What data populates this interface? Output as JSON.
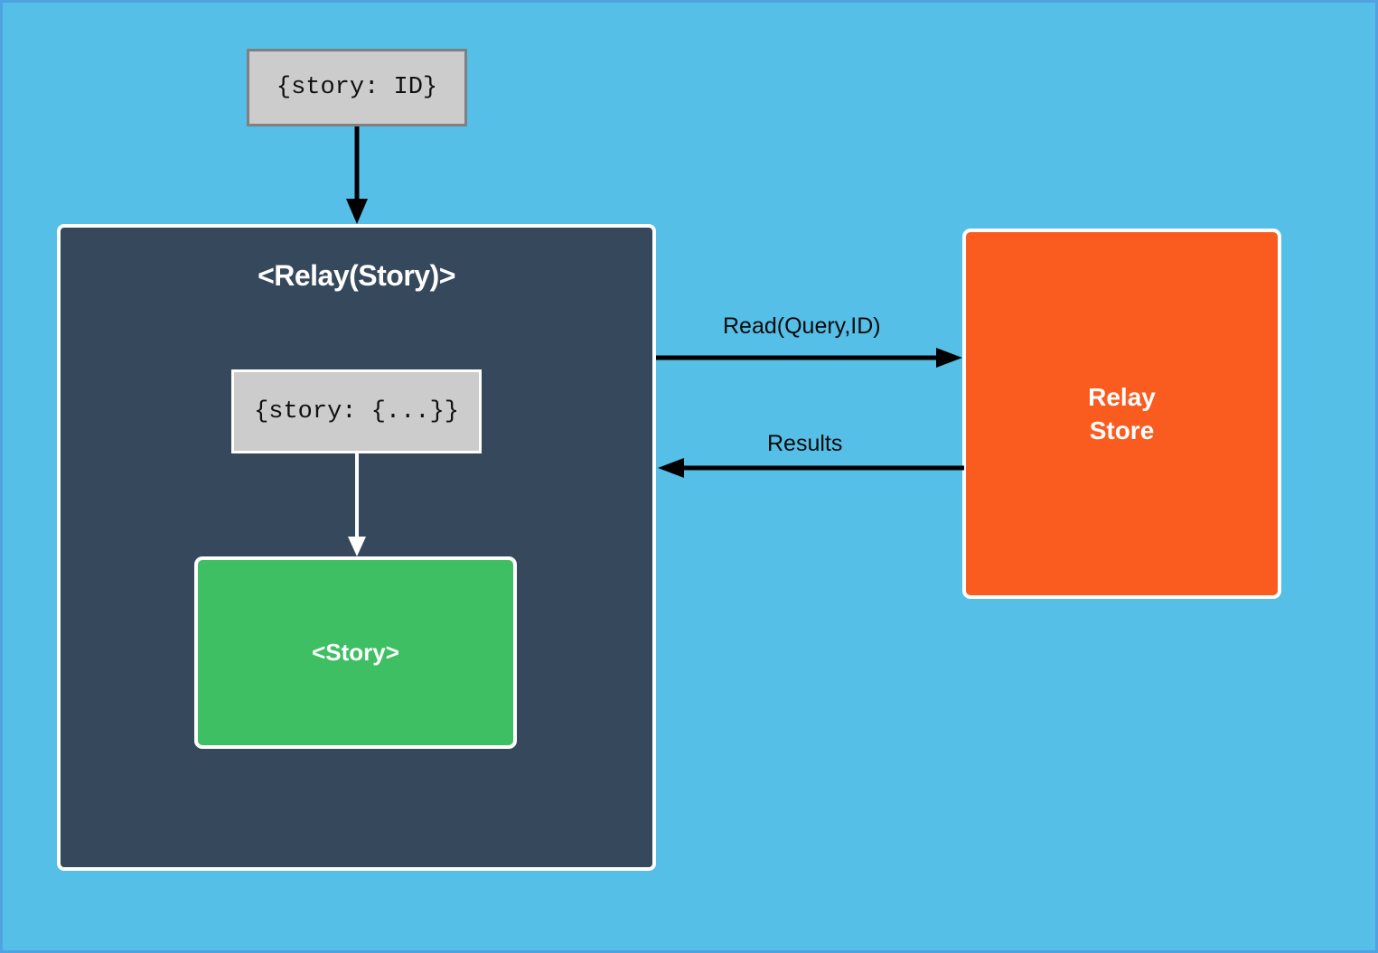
{
  "diagram": {
    "title_hidden": "",
    "colors": {
      "background": "#55BFE8",
      "panel": "#36495C",
      "store": "#FA5B1E",
      "story": "#3FBF63",
      "props_box": "#CCCCCC",
      "border_white": "#FFFFFF",
      "border_gray": "#808080",
      "arrow_black": "#000000",
      "arrow_white": "#FFFFFF"
    },
    "nodes": {
      "props_in": {
        "label": "{story: ID}"
      },
      "relay_container": {
        "label": "<Relay(Story)>"
      },
      "props_resolved": {
        "label": "{story: {...}}"
      },
      "story_component": {
        "label": "<Story>"
      },
      "relay_store": {
        "label": "Relay\nStore",
        "line1": "Relay",
        "line2": "Store"
      }
    },
    "edges": [
      {
        "id": "props-to-relay",
        "label": "",
        "from": "props_in",
        "to": "relay_container",
        "direction": "down",
        "color": "#000000"
      },
      {
        "id": "relay-to-store",
        "label": "Read(Query,ID)",
        "from": "relay_container",
        "to": "relay_store",
        "direction": "right",
        "color": "#000000"
      },
      {
        "id": "store-to-relay",
        "label": "Results",
        "from": "relay_store",
        "to": "relay_container",
        "direction": "left",
        "color": "#000000"
      },
      {
        "id": "props-to-story",
        "label": "",
        "from": "props_resolved",
        "to": "story_component",
        "direction": "down",
        "color": "#FFFFFF"
      }
    ]
  }
}
